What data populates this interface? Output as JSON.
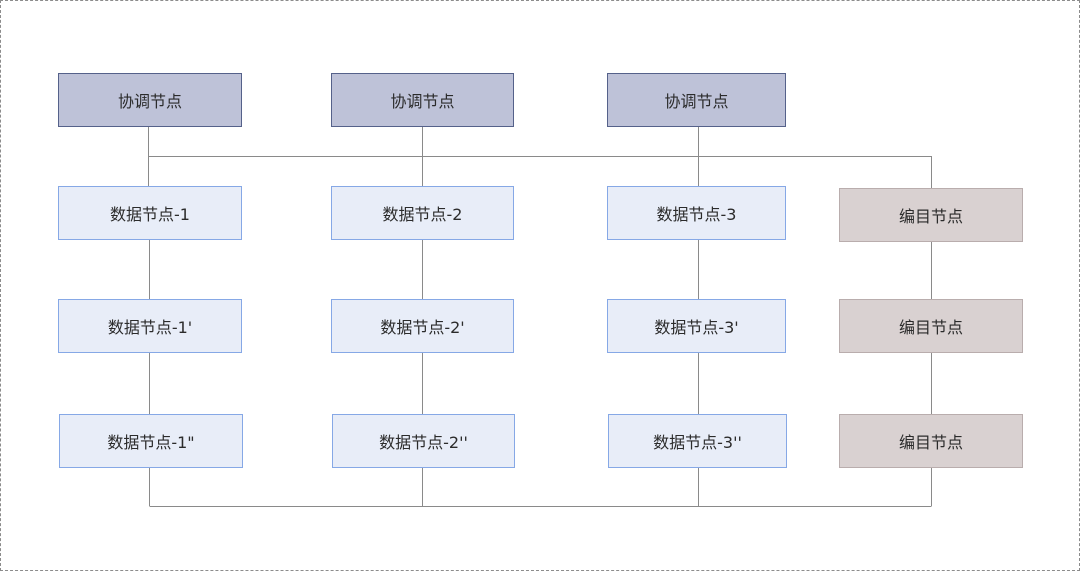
{
  "coordinators": [
    "协调节点",
    "协调节点",
    "协调节点"
  ],
  "data_columns": [
    [
      "数据节点-1",
      "数据节点-1'",
      "数据节点-1\""
    ],
    [
      "数据节点-2",
      "数据节点-2'",
      "数据节点-2''"
    ],
    [
      "数据节点-3",
      "数据节点-3'",
      "数据节点-3''"
    ]
  ],
  "catalog_nodes": [
    "编目节点",
    "编目节点",
    "编目节点"
  ],
  "colors": {
    "coordinator_fill": "#bec2d8",
    "coordinator_border": "#55618a",
    "data_fill": "#e8edf8",
    "data_border": "#86a8e6",
    "catalog_fill": "#d9d1d1",
    "catalog_border": "#b9adad",
    "connector": "#8a8a8a"
  }
}
